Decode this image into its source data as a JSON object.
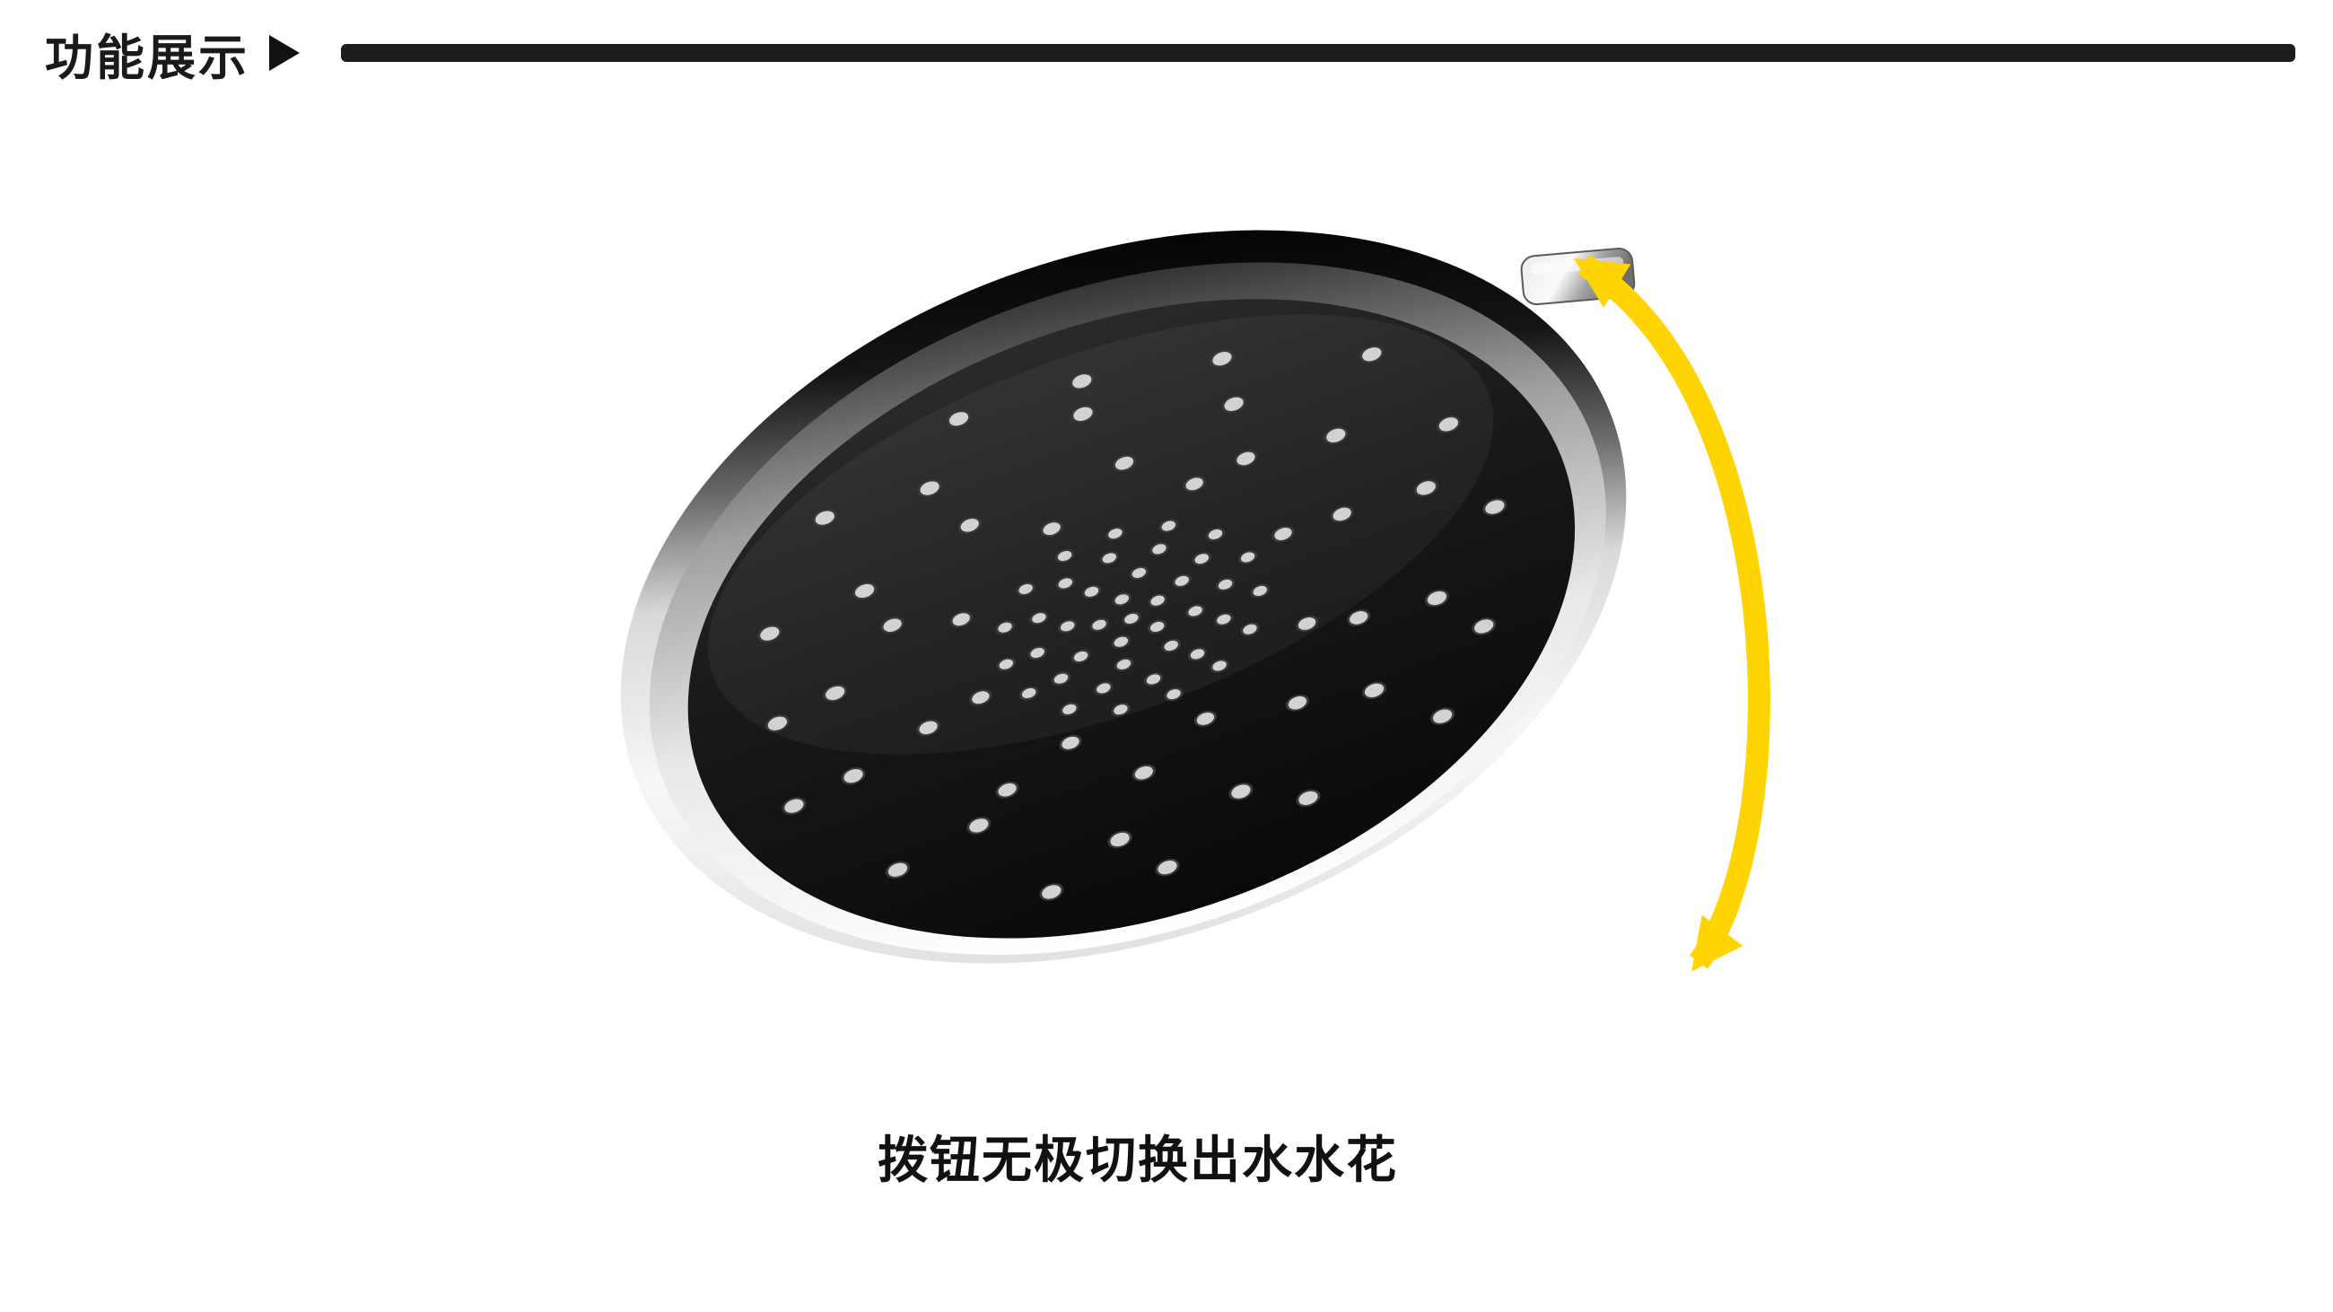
{
  "header": {
    "title": "功能展示",
    "play_icon": "play-triangle-icon"
  },
  "caption": {
    "text": "拨钮无极切换出水水花"
  },
  "product": {
    "name": "round-shower-head",
    "features": [
      "chrome-rim",
      "black-face",
      "water-nozzles",
      "side-toggle-knob"
    ]
  },
  "icons": {
    "rotation_arrow": "rotation-double-arrow-icon"
  },
  "colors": {
    "accent_yellow": "#FFD400",
    "ink": "#1a1a1a",
    "background": "#ffffff"
  }
}
